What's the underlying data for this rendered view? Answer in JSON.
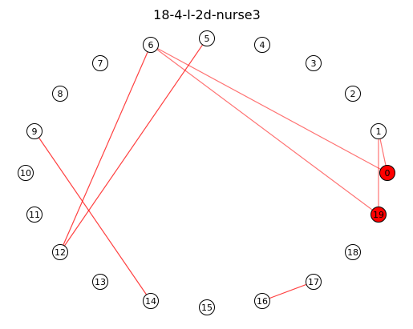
{
  "title": "18-4-l-2d-nurse3",
  "colors": {
    "node_default": "#ffffff",
    "node_highlight": "#ff0000",
    "node_stroke": "#000000",
    "edge_color": "#ff0000"
  },
  "nodes": [
    {
      "id": "0",
      "label": "0",
      "highlight": true
    },
    {
      "id": "1",
      "label": "1",
      "highlight": false
    },
    {
      "id": "2",
      "label": "2",
      "highlight": false
    },
    {
      "id": "3",
      "label": "3",
      "highlight": false
    },
    {
      "id": "4",
      "label": "4",
      "highlight": false
    },
    {
      "id": "5",
      "label": "5",
      "highlight": false
    },
    {
      "id": "6",
      "label": "6",
      "highlight": false
    },
    {
      "id": "7",
      "label": "7",
      "highlight": false
    },
    {
      "id": "8",
      "label": "8",
      "highlight": false
    },
    {
      "id": "9",
      "label": "9",
      "highlight": false
    },
    {
      "id": "10",
      "label": "10",
      "highlight": false
    },
    {
      "id": "11",
      "label": "11",
      "highlight": false
    },
    {
      "id": "12",
      "label": "12",
      "highlight": false
    },
    {
      "id": "13",
      "label": "13",
      "highlight": false
    },
    {
      "id": "14",
      "label": "14",
      "highlight": false
    },
    {
      "id": "15",
      "label": "15",
      "highlight": false
    },
    {
      "id": "16",
      "label": "16",
      "highlight": false
    },
    {
      "id": "17",
      "label": "17",
      "highlight": false
    },
    {
      "id": "18",
      "label": "18",
      "highlight": false
    },
    {
      "id": "19",
      "label": "19",
      "highlight": true
    }
  ],
  "edges": [
    {
      "source": "6",
      "target": "0",
      "opacity": 0.55
    },
    {
      "source": "6",
      "target": "19",
      "opacity": 0.55
    },
    {
      "source": "6",
      "target": "12",
      "opacity": 0.75
    },
    {
      "source": "5",
      "target": "12",
      "opacity": 0.75
    },
    {
      "source": "9",
      "target": "14",
      "opacity": 0.75
    },
    {
      "source": "1",
      "target": "0",
      "opacity": 0.55
    },
    {
      "source": "1",
      "target": "19",
      "opacity": 0.55
    },
    {
      "source": "16",
      "target": "17",
      "opacity": 0.75
    }
  ]
}
